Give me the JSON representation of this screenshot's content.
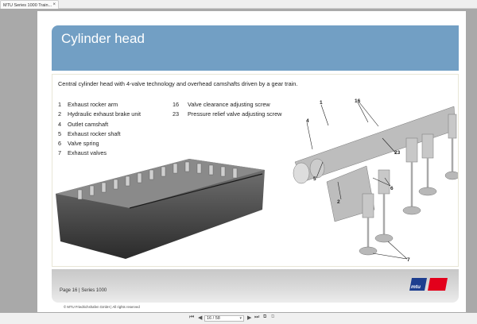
{
  "browser": {
    "tab_title": "MTU Series 1000 Train...",
    "tab_close": "×"
  },
  "slide": {
    "title": "Cylinder head",
    "intro": "Central cylinder head with 4-valve technology and overhead camshafts driven by a gear train.",
    "legend_left": [
      {
        "num": "1",
        "label": "Exhaust rocker arm"
      },
      {
        "num": "2",
        "label": "Hydraulic exhaust brake unit"
      },
      {
        "num": "4",
        "label": "Outlet camshaft"
      },
      {
        "num": "5",
        "label": "Exhaust rocker shaft"
      },
      {
        "num": "6",
        "label": "Valve spring"
      },
      {
        "num": "7",
        "label": "Exhaust valves"
      }
    ],
    "legend_right": [
      {
        "num": "16",
        "label": "Valve clearance adjusting screw"
      },
      {
        "num": "23",
        "label": "Pressure relief valve adjusting screw"
      }
    ],
    "callouts": [
      "1",
      "16",
      "4",
      "23",
      "5",
      "2",
      "6",
      "7"
    ],
    "page_label": "Page 16 | Series 1000",
    "logo_text": "mtu",
    "copyright": "© MTU Friedrichshafen GmbH | All rights reserved",
    "colors": {
      "title_band": "#729fc4",
      "logo_blue": "#1d3e8f",
      "logo_red": "#e3001b"
    }
  },
  "toolbar": {
    "first_page": "⏮",
    "prev_page": "◀",
    "page_value": "16 / 58",
    "next_page": "▶",
    "last_page": "⏭",
    "current_page": "16",
    "total_pages": "58"
  }
}
